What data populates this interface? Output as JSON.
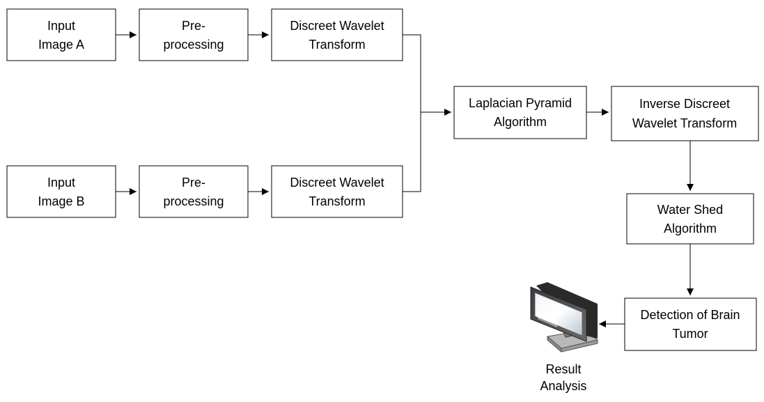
{
  "nodes": {
    "input_a": {
      "line1": "Input",
      "line2": "Image A"
    },
    "preproc_a": {
      "line1": "Pre-",
      "line2": "processing"
    },
    "dwt_a": {
      "line1": "Discreet Wavelet",
      "line2": "Transform"
    },
    "input_b": {
      "line1": "Input",
      "line2": "Image B"
    },
    "preproc_b": {
      "line1": "Pre-",
      "line2": "processing"
    },
    "dwt_b": {
      "line1": "Discreet Wavelet",
      "line2": "Transform"
    },
    "laplacian": {
      "line1": "Laplacian Pyramid",
      "line2": "Algorithm"
    },
    "idwt": {
      "line1": "Inverse Discreet",
      "line2": "Wavelet Transform"
    },
    "watershed": {
      "line1": "Water Shed",
      "line2": "Algorithm"
    },
    "detection": {
      "line1": "Detection of Brain",
      "line2": "Tumor"
    }
  },
  "result": {
    "line1": "Result",
    "line2": "Analysis",
    "icon": "monitor-icon"
  },
  "edges": [
    {
      "from": "Input Image A",
      "to": "Pre-processing (A)"
    },
    {
      "from": "Pre-processing (A)",
      "to": "Discreet Wavelet Transform (A)"
    },
    {
      "from": "Discreet Wavelet Transform (A)",
      "to": "Laplacian Pyramid Algorithm"
    },
    {
      "from": "Input Image B",
      "to": "Pre-processing (B)"
    },
    {
      "from": "Pre-processing (B)",
      "to": "Discreet Wavelet Transform (B)"
    },
    {
      "from": "Discreet Wavelet Transform (B)",
      "to": "Laplacian Pyramid Algorithm"
    },
    {
      "from": "Laplacian Pyramid Algorithm",
      "to": "Inverse Discreet Wavelet Transform"
    },
    {
      "from": "Inverse Discreet Wavelet Transform",
      "to": "Water Shed Algorithm"
    },
    {
      "from": "Water Shed Algorithm",
      "to": "Detection of Brain Tumor"
    },
    {
      "from": "Detection of Brain Tumor",
      "to": "Result Analysis"
    }
  ]
}
